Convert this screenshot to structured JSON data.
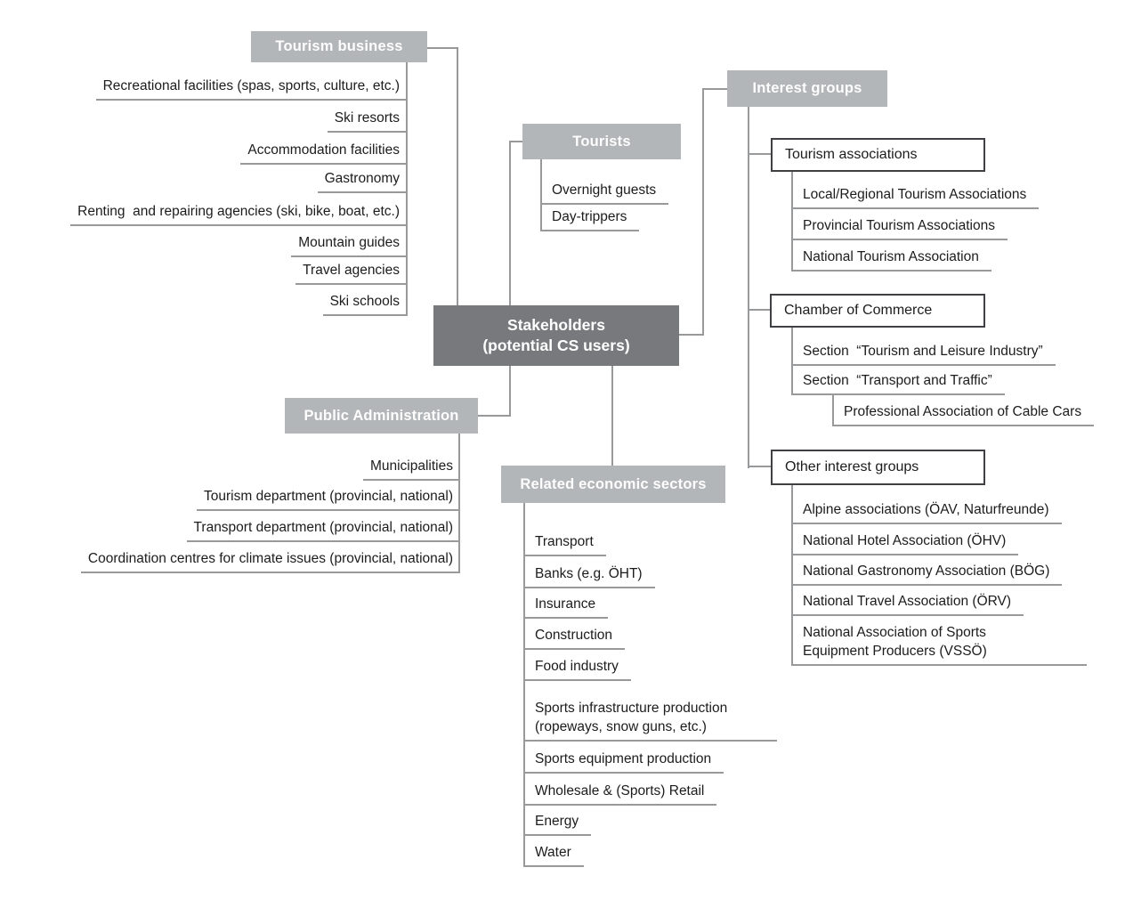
{
  "root": {
    "label": "Stakeholders\n(potential CS users)"
  },
  "groups": {
    "tourism_business": {
      "title": "Tourism business",
      "items": [
        "Recreational facilities (spas, sports, culture, etc.)",
        "Ski resorts",
        "Accommodation facilities",
        "Gastronomy",
        "Renting  and repairing agencies (ski, bike, boat, etc.)",
        "Mountain guides",
        "Travel agencies",
        "Ski schools"
      ]
    },
    "tourists": {
      "title": "Tourists",
      "items": [
        "Overnight guests",
        "Day-trippers"
      ]
    },
    "interest_groups": {
      "title": "Interest groups",
      "subgroups": [
        {
          "title": "Tourism associations",
          "items": [
            "Local/Regional Tourism Associations",
            "Provincial Tourism Associations",
            "National Tourism Association"
          ]
        },
        {
          "title": "Chamber of Commerce",
          "items": [
            "Section  “Tourism and Leisure Industry”",
            "Section  “Transport and Traffic”"
          ],
          "nested_items": [
            "Professional Association of Cable Cars"
          ]
        },
        {
          "title": "Other interest groups",
          "items": [
            "Alpine associations (ÖAV, Naturfreunde)",
            "National Hotel Association (ÖHV)",
            "National Gastronomy Association (BÖG)",
            "National Travel Association (ÖRV)",
            "National Association of Sports\nEquipment Producers (VSSÖ)"
          ]
        }
      ]
    },
    "public_administration": {
      "title": "Public Administration",
      "items": [
        "Municipalities",
        "Tourism department (provincial, national)",
        "Transport department (provincial, national)",
        "Coordination centres for climate issues (provincial, national)"
      ]
    },
    "related_economic_sectors": {
      "title": "Related economic sectors",
      "items": [
        "Transport",
        "Banks (e.g. ÖHT)",
        "Insurance",
        "Construction",
        "Food industry",
        "Sports infrastructure production\n(ropeways, snow guns, etc.)",
        "Sports equipment production",
        "Wholesale & (Sports) Retail",
        "Energy",
        "Water"
      ]
    }
  },
  "colors": {
    "header_fill": "#b3b6b8",
    "header_text": "#fdfdfd",
    "root_fill": "#77797c",
    "root_text": "#ffffff",
    "box_border": "#3e4043",
    "line_color": "#97999b",
    "item_text": "#1c1c1c",
    "page_bg": "#ffffff"
  }
}
